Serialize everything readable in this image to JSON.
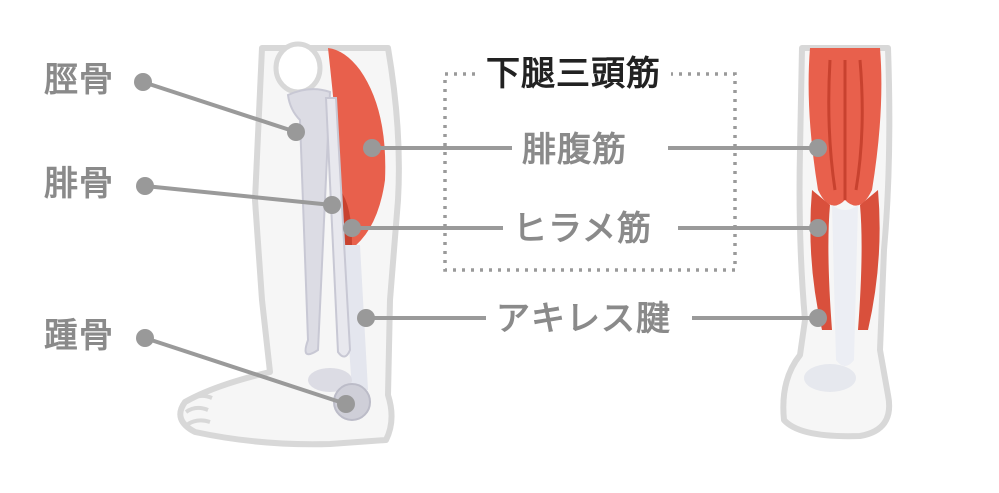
{
  "labels": {
    "tibia": "脛骨",
    "fibula": "腓骨",
    "calcaneus": "踵骨",
    "triceps_surae": "下腿三頭筋",
    "gastrocnemius": "腓腹筋",
    "soleus": "ヒラメ筋",
    "achilles": "アキレス腱"
  },
  "colors": {
    "muscle": "#e8604c",
    "muscle_dark": "#c8422f",
    "bone": "#dcdce4",
    "outline": "#d8d8d8",
    "leader": "#9a9a9a",
    "dot": "#999999",
    "text": "#8a8a8a",
    "title": "#222222"
  }
}
